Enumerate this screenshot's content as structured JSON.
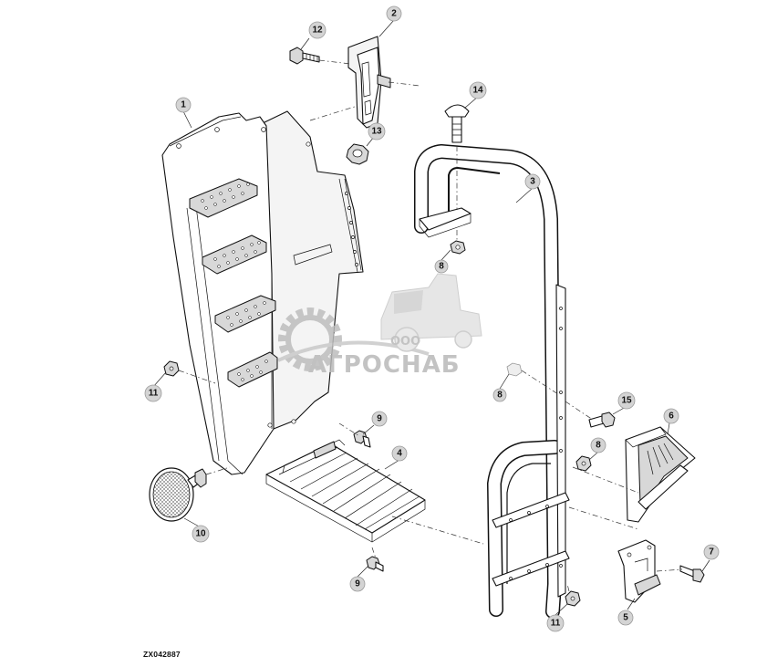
{
  "callouts": [
    "1",
    "2",
    "3",
    "4",
    "5",
    "6",
    "7",
    "8",
    "8",
    "8",
    "9",
    "9",
    "10",
    "11",
    "11",
    "12",
    "13",
    "14",
    "15"
  ],
  "drawing_code": "ZX042887",
  "watermark": {
    "company_prefix": "ООО",
    "company_name": "АГРОСНАБ"
  }
}
